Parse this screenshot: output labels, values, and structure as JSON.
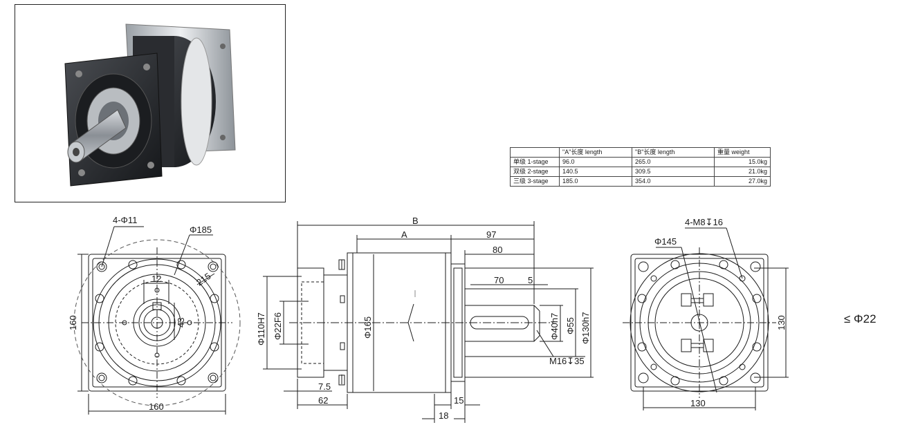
{
  "spec_table": {
    "headers": [
      "",
      "\"A\"长度 length",
      "\"B\"长度  length",
      "重量 weight"
    ],
    "rows": [
      [
        "单级 1-stage",
        "96.0",
        "265.0",
        "15.0kg"
      ],
      [
        "双级 2-stage",
        "140.5",
        "309.5",
        "21.0kg"
      ],
      [
        "三级 3-stage",
        "185.0",
        "354.0",
        "27.0kg"
      ]
    ]
  },
  "front_view": {
    "hole_note": "4-Φ11",
    "pcd": "Φ185",
    "outer": "215",
    "key_width": "12",
    "key_height": "43",
    "height": "160",
    "width": "160"
  },
  "side_view": {
    "total_length": "B",
    "body_length": "A",
    "shaft_zone": "97",
    "shaft_len": "80",
    "key_len": "70",
    "key_offset": "5",
    "bore_fit": "Φ110H7",
    "input_bore": "Φ22F6",
    "body_dia": "Φ165",
    "shaft_dia": "Φ40h7",
    "shoulder_dia": "Φ55",
    "pilot_dia": "Φ130h7",
    "thread": "M16↧35",
    "flange_offset": "7.5",
    "input_len": "62",
    "pilot_len": "15",
    "shoulder_len": "18"
  },
  "rear_view": {
    "thread_note": "4-M8↧16",
    "pcd": "Φ145",
    "height": "130",
    "width": "130"
  },
  "shaft_note": "≤ Φ22"
}
